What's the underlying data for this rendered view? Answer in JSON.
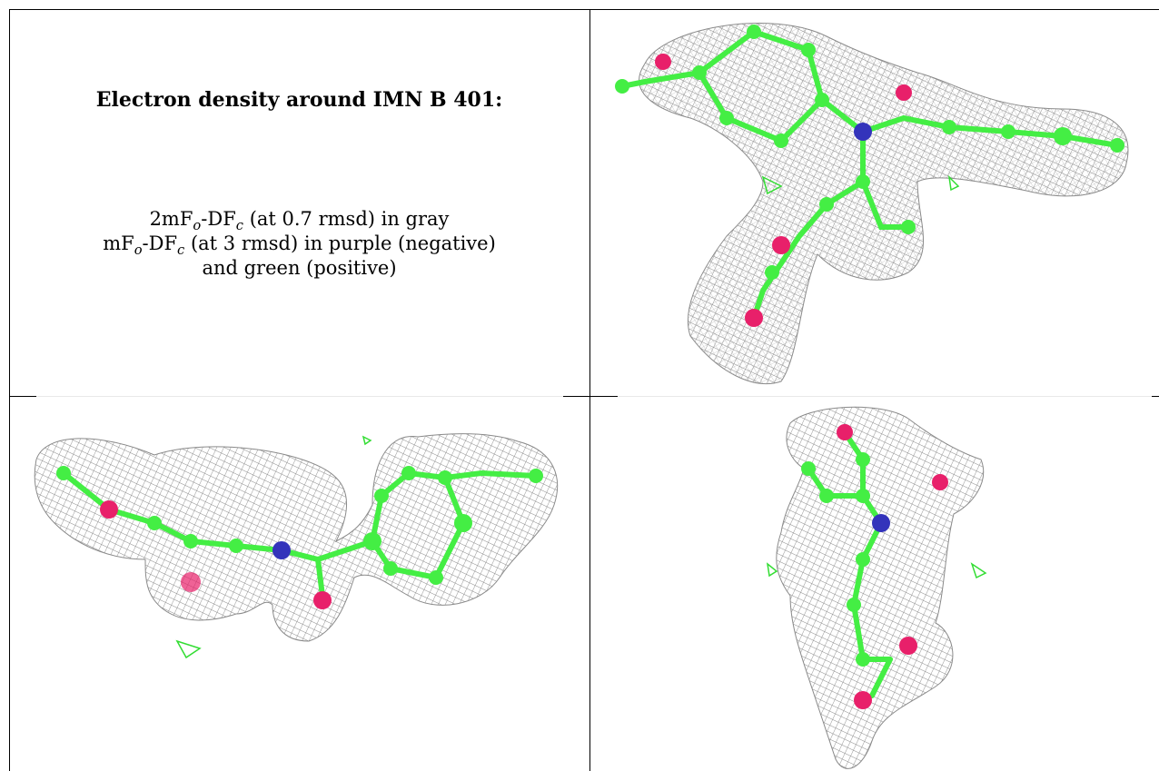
{
  "caption": {
    "title": "Electron density around IMN B 401:",
    "lines": [
      {
        "pre": "2mF",
        "sub1": "o",
        "mid": "-DF",
        "sub2": "c",
        "post": " (at 0.7 rmsd) in gray"
      },
      {
        "pre": "mF",
        "sub1": "o",
        "mid": "-DF",
        "sub2": "c",
        "post": " (at 3 rmsd) in purple (negative)"
      },
      {
        "text": "and green (positive)"
      }
    ]
  },
  "colors": {
    "mesh_2fofc": "#8a8a8a",
    "mesh_positive": "#33dd33",
    "carbon": "#44ee44",
    "oxygen": "#e8206a",
    "nitrogen": "#3333bb"
  },
  "panels": [
    {
      "name": "view-top-right"
    },
    {
      "name": "view-bottom-left"
    },
    {
      "name": "view-bottom-right"
    }
  ]
}
